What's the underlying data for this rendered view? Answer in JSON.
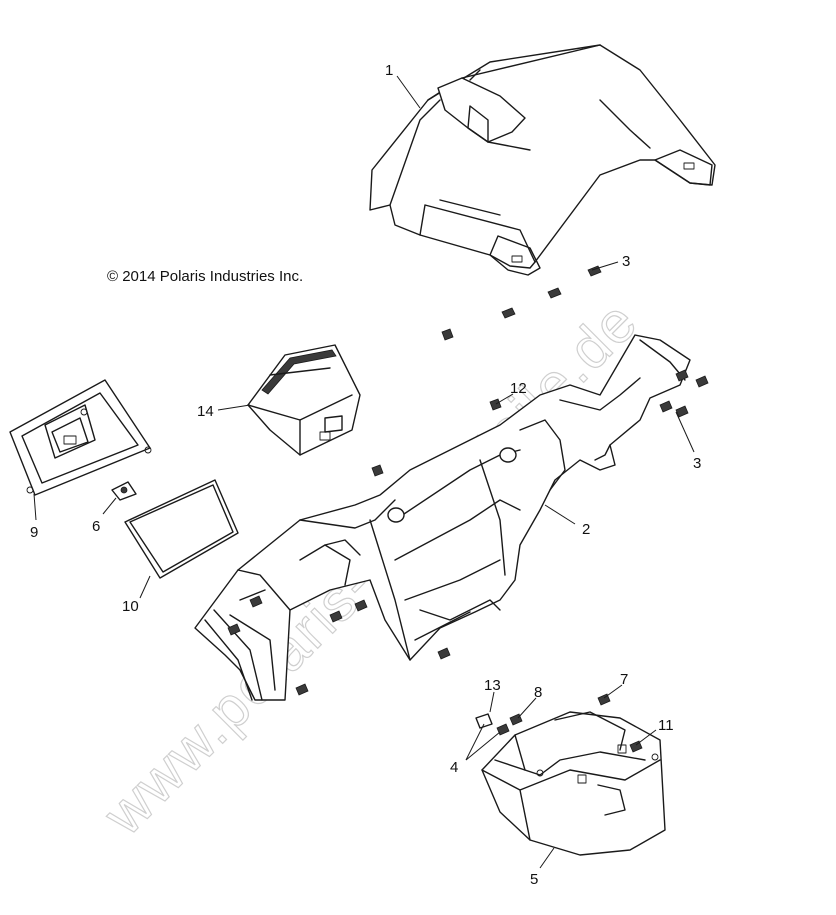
{
  "copyright": "© 2014 Polaris Industries Inc.",
  "watermark": "www.polaris-ersatzteile.de",
  "callouts": [
    {
      "id": "callout-1",
      "label": "1"
    },
    {
      "id": "callout-2",
      "label": "2"
    },
    {
      "id": "callout-3a",
      "label": "3"
    },
    {
      "id": "callout-3b",
      "label": "3"
    },
    {
      "id": "callout-4",
      "label": "4"
    },
    {
      "id": "callout-5",
      "label": "5"
    },
    {
      "id": "callout-6",
      "label": "6"
    },
    {
      "id": "callout-7",
      "label": "7"
    },
    {
      "id": "callout-8",
      "label": "8"
    },
    {
      "id": "callout-9",
      "label": "9"
    },
    {
      "id": "callout-10",
      "label": "10"
    },
    {
      "id": "callout-11",
      "label": "11"
    },
    {
      "id": "callout-12",
      "label": "12"
    },
    {
      "id": "callout-13",
      "label": "13"
    },
    {
      "id": "callout-14",
      "label": "14"
    }
  ]
}
